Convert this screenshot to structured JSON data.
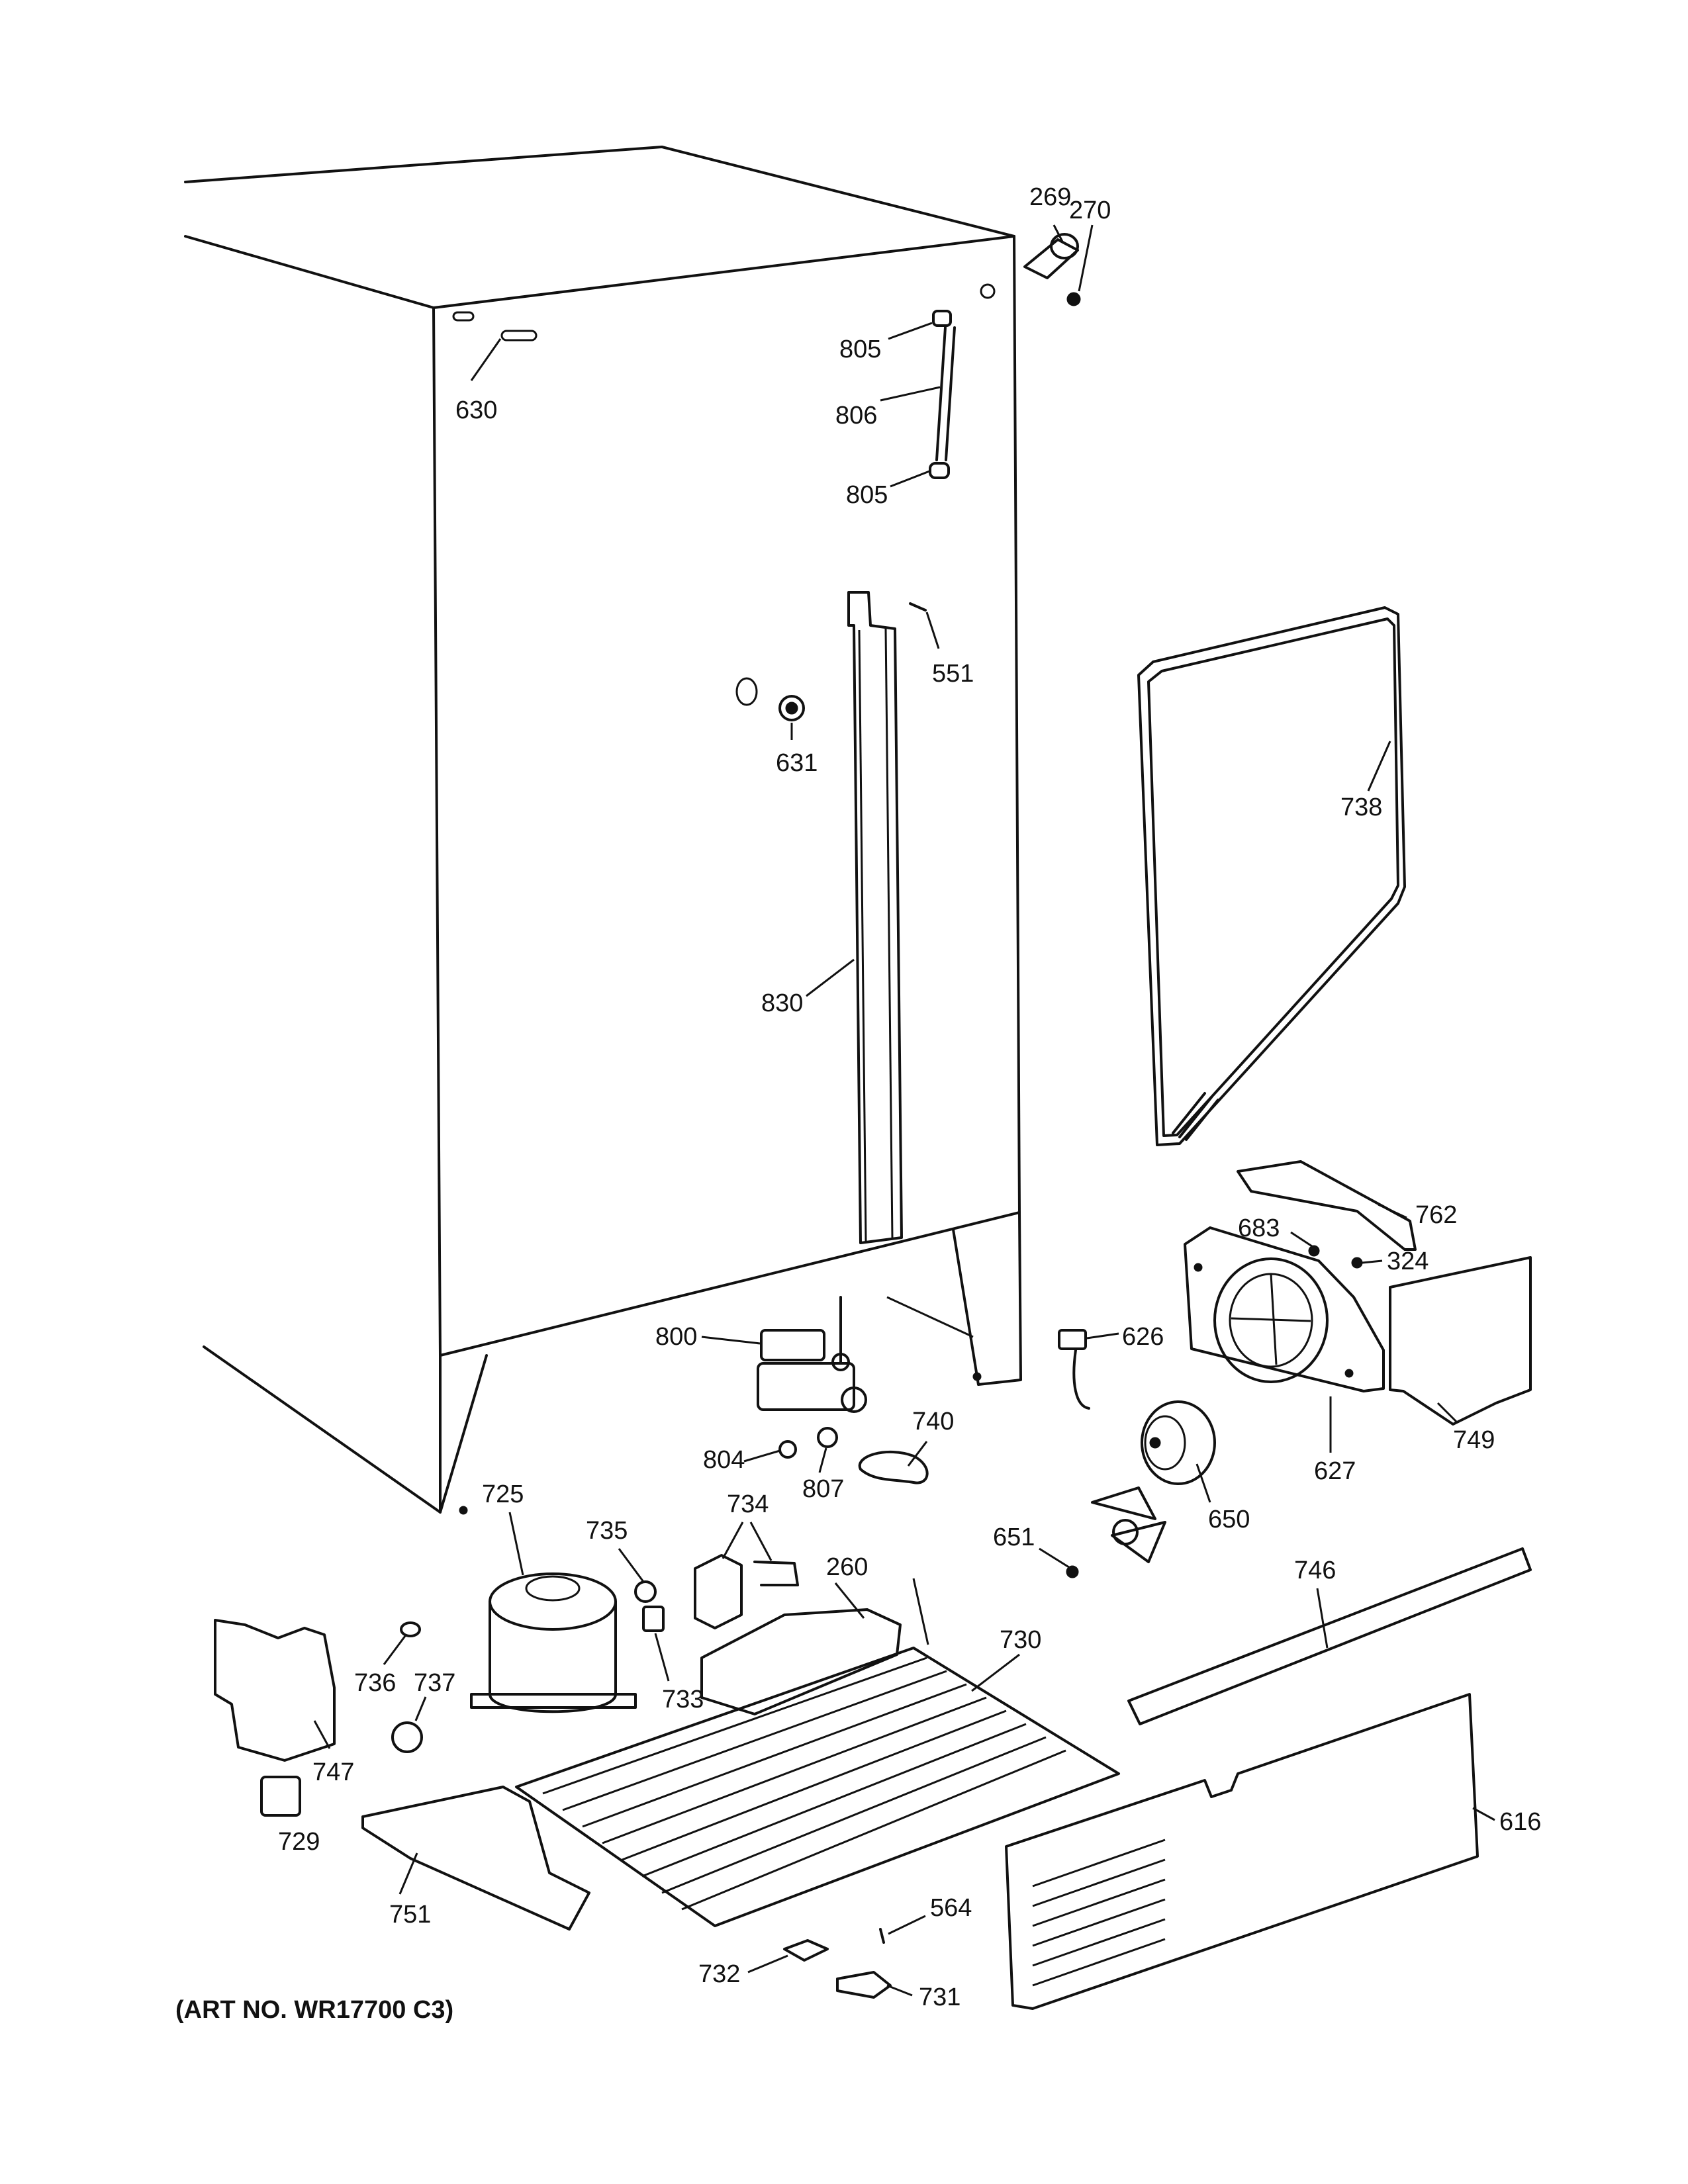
{
  "art_note": "(ART NO. WR17700 C3)",
  "parts": [
    {
      "id": "p269",
      "text": "269"
    },
    {
      "id": "p270",
      "text": "270"
    },
    {
      "id": "p805a",
      "text": "805"
    },
    {
      "id": "p806",
      "text": "806"
    },
    {
      "id": "p805b",
      "text": "805"
    },
    {
      "id": "p630",
      "text": "630"
    },
    {
      "id": "p551",
      "text": "551"
    },
    {
      "id": "p631",
      "text": "631"
    },
    {
      "id": "p738",
      "text": "738"
    },
    {
      "id": "p830",
      "text": "830"
    },
    {
      "id": "p762",
      "text": "762"
    },
    {
      "id": "p683",
      "text": "683"
    },
    {
      "id": "p324",
      "text": "324"
    },
    {
      "id": "p800",
      "text": "800"
    },
    {
      "id": "p626",
      "text": "626"
    },
    {
      "id": "p627",
      "text": "627"
    },
    {
      "id": "p749",
      "text": "749"
    },
    {
      "id": "p740",
      "text": "740"
    },
    {
      "id": "p804",
      "text": "804"
    },
    {
      "id": "p807",
      "text": "807"
    },
    {
      "id": "p650",
      "text": "650"
    },
    {
      "id": "p725",
      "text": "725"
    },
    {
      "id": "p735",
      "text": "735"
    },
    {
      "id": "p734",
      "text": "734"
    },
    {
      "id": "p651",
      "text": "651"
    },
    {
      "id": "p746",
      "text": "746"
    },
    {
      "id": "p260",
      "text": "260"
    },
    {
      "id": "p730",
      "text": "730"
    },
    {
      "id": "p736",
      "text": "736"
    },
    {
      "id": "p737",
      "text": "737"
    },
    {
      "id": "p733",
      "text": "733"
    },
    {
      "id": "p747",
      "text": "747"
    },
    {
      "id": "p616",
      "text": "616"
    },
    {
      "id": "p729",
      "text": "729"
    },
    {
      "id": "p751",
      "text": "751"
    },
    {
      "id": "p564",
      "text": "564"
    },
    {
      "id": "p732",
      "text": "732"
    },
    {
      "id": "p731",
      "text": "731"
    }
  ]
}
